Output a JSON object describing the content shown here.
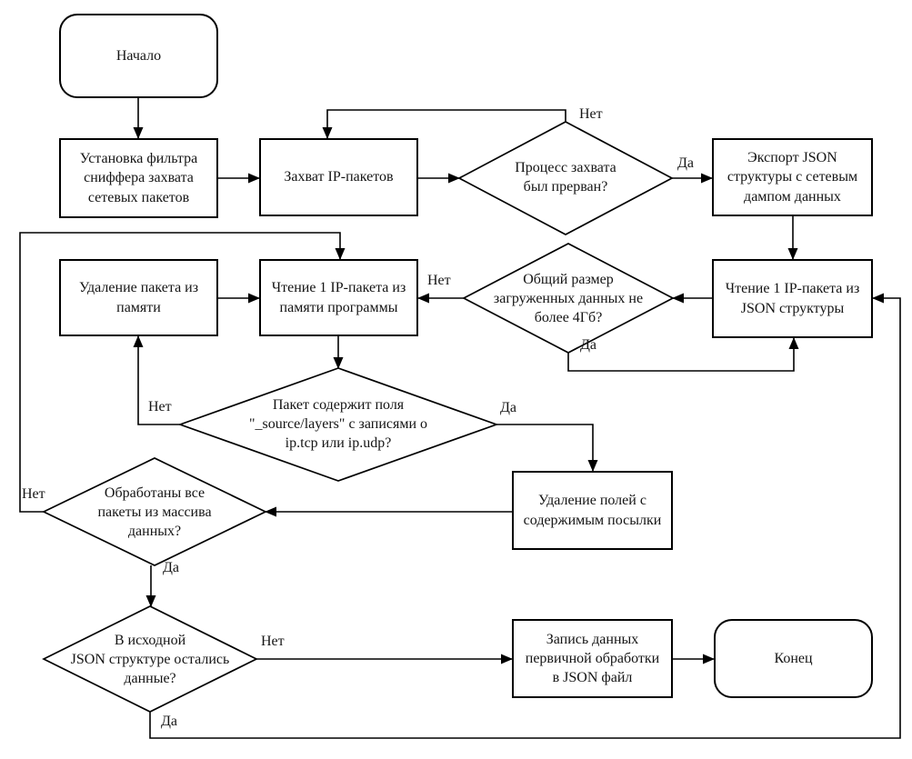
{
  "diagram": {
    "type": "flowchart",
    "language": "ru",
    "colors": {
      "line": "#000000",
      "background": "#ffffff",
      "text": "#141414"
    },
    "edge_labels": {
      "yes": "Да",
      "no": "Нет"
    },
    "nodes": {
      "start": {
        "type": "terminator",
        "label": "Начало"
      },
      "set_filter": {
        "type": "process",
        "label": "Установка фильтра\nсниффера захвата\nсетевых пакетов"
      },
      "capture": {
        "type": "process",
        "label": "Захват IP-пакетов"
      },
      "q_interrupted": {
        "type": "decision",
        "label": "Процесс захвата\nбыл прерван?"
      },
      "export_json": {
        "type": "process",
        "label": "Экспорт JSON\nструктуры с сетевым\nдампом данных"
      },
      "read_json": {
        "type": "process",
        "label": "Чтение 1 IP-пакета из\nJSON структуры"
      },
      "q_size": {
        "type": "decision",
        "label": "Общий размер\nзагруженных данных не\nболее 4Гб?"
      },
      "delete_packet": {
        "type": "process",
        "label": "Удаление пакета из\nпамяти"
      },
      "read_memory": {
        "type": "process",
        "label": "Чтение 1 IP-пакета из\nпамяти программы"
      },
      "q_contains": {
        "type": "decision",
        "label": "Пакет содержит поля\n\"_source/layers\" с записями о\nip.tcp или ip.udp?"
      },
      "delete_fields": {
        "type": "process",
        "label": "Удаление полей с\nсодержимым посылки"
      },
      "q_all_processed": {
        "type": "decision",
        "label": "Обработаны все\nпакеты из массива\nданных?"
      },
      "q_json_left": {
        "type": "decision",
        "label": "В исходной\nJSON структуре остались\nданные?"
      },
      "write_json": {
        "type": "process",
        "label": "Запись данных\nпервичной обработки\nв JSON файл"
      },
      "end": {
        "type": "terminator",
        "label": "Конец"
      }
    }
  }
}
